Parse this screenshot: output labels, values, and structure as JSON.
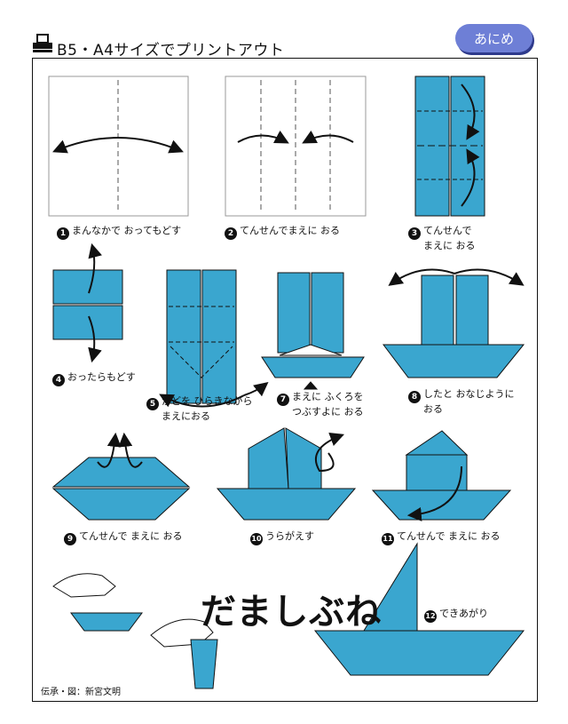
{
  "header": {
    "title": "B5・A4サイズでプリントアウト",
    "badge": "あにめ"
  },
  "steps": [
    {
      "num": "1",
      "text": "まんなかで おってもどす"
    },
    {
      "num": "2",
      "text": "てんせんでまえに おる"
    },
    {
      "num": "3",
      "line1": "てんせんで",
      "line2": "まえに おる"
    },
    {
      "num": "4",
      "text": "おったらもどす"
    },
    {
      "num": "5",
      "line1": "かどを ひらきながら",
      "line2": "まえにおる"
    },
    {
      "num": "7",
      "line1": "まえに ふくろを",
      "line2": "つぶすよに おる"
    },
    {
      "num": "8",
      "line1": "したと おなじように",
      "line2": "おる"
    },
    {
      "num": "9",
      "text": "てんせんで まえに おる"
    },
    {
      "num": "10",
      "text": "うらがえす"
    },
    {
      "num": "11",
      "text": "てんせんで まえに おる"
    },
    {
      "num": "12",
      "text": "できあがり"
    }
  ],
  "title": "だましぶね",
  "credit": "伝承・図：新宮文明",
  "colors": {
    "paper_blue": "#3aa6cf",
    "badge": "#6e7fd6"
  }
}
